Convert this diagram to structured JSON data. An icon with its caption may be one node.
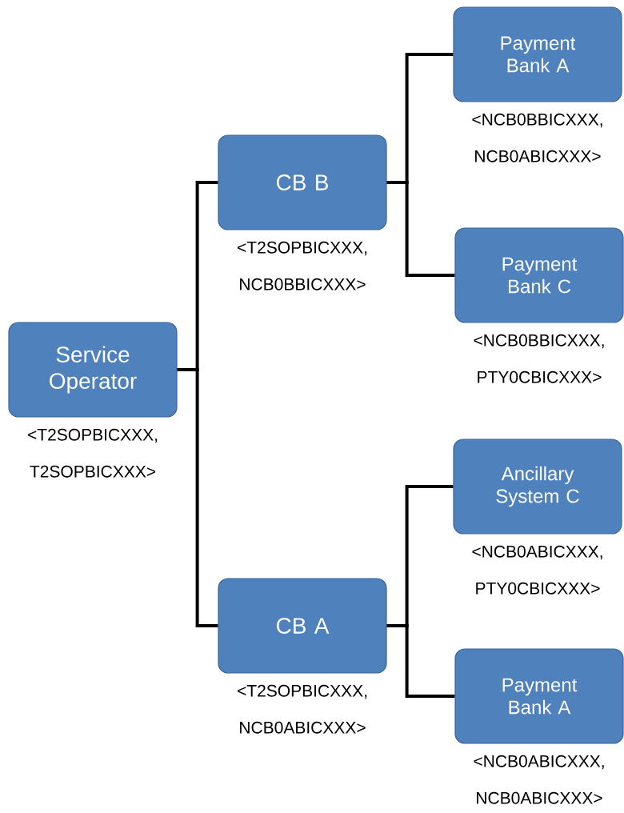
{
  "diagram": {
    "nodes": [
      {
        "text": [
          "Service Operator"
        ],
        "beside": [
          "<T2SOPBICXXX, T2SOPBICXXX>"
        ]
      },
      {
        "text": [
          "CB B"
        ],
        "beside": [
          "<T2SOPBICXXX, NCB0BBICXXX>"
        ]
      },
      {
        "text": [
          "CB A"
        ],
        "beside": [
          "<T2SOPBICXXX, NCB0ABICXXX>"
        ]
      },
      {
        "text": [
          "Payment Bank A"
        ],
        "beside": [
          "<NCB0BBICXXX, NCB0ABICXXX>"
        ]
      },
      {
        "text": [
          "Payment Bank C"
        ],
        "beside": [
          "<NCB0BBICXXX, PTY0CBICXXX>"
        ]
      },
      {
        "text": [
          "Ancillary System C"
        ],
        "beside": [
          "<NCB0ABICXXX, PTY0CBICXXX>"
        ]
      },
      {
        "text": [
          "Payment Bank A"
        ],
        "beside": [
          "<NCB0ABICXXX, NCB0ABICXXX>"
        ]
      }
    ],
    "edges": [
      {
        "from": 0,
        "to": 1,
        "arrow": "none"
      },
      {
        "from": 0,
        "to": 2,
        "arrow": "none"
      },
      {
        "from": 1,
        "to": 3,
        "arrow": "none"
      },
      {
        "from": 1,
        "to": 4,
        "arrow": "none"
      },
      {
        "from": 2,
        "to": 5,
        "arrow": "none"
      },
      {
        "from": 2,
        "to": 6,
        "arrow": "none"
      }
    ]
  }
}
